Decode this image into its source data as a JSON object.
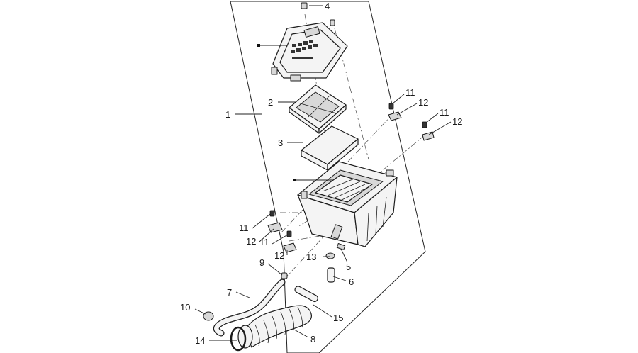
{
  "callouts": [
    {
      "id": "c1",
      "text": "1"
    },
    {
      "id": "c2",
      "text": "2"
    },
    {
      "id": "c3",
      "text": "3"
    },
    {
      "id": "c4",
      "text": "4"
    },
    {
      "id": "c5",
      "text": "5"
    },
    {
      "id": "c6",
      "text": "6"
    },
    {
      "id": "c7",
      "text": "7"
    },
    {
      "id": "c8",
      "text": "8"
    },
    {
      "id": "c9",
      "text": "9"
    },
    {
      "id": "c10",
      "text": "10"
    },
    {
      "id": "c11a",
      "text": "11"
    },
    {
      "id": "c12a",
      "text": "12"
    },
    {
      "id": "c11b",
      "text": "11"
    },
    {
      "id": "c12b",
      "text": "12"
    },
    {
      "id": "c11c",
      "text": "11"
    },
    {
      "id": "c12c",
      "text": "12"
    },
    {
      "id": "c11d",
      "text": "11"
    },
    {
      "id": "c12d",
      "text": "12"
    },
    {
      "id": "c13",
      "text": "13"
    },
    {
      "id": "c14",
      "text": "14"
    },
    {
      "id": "c15",
      "text": "15"
    }
  ]
}
